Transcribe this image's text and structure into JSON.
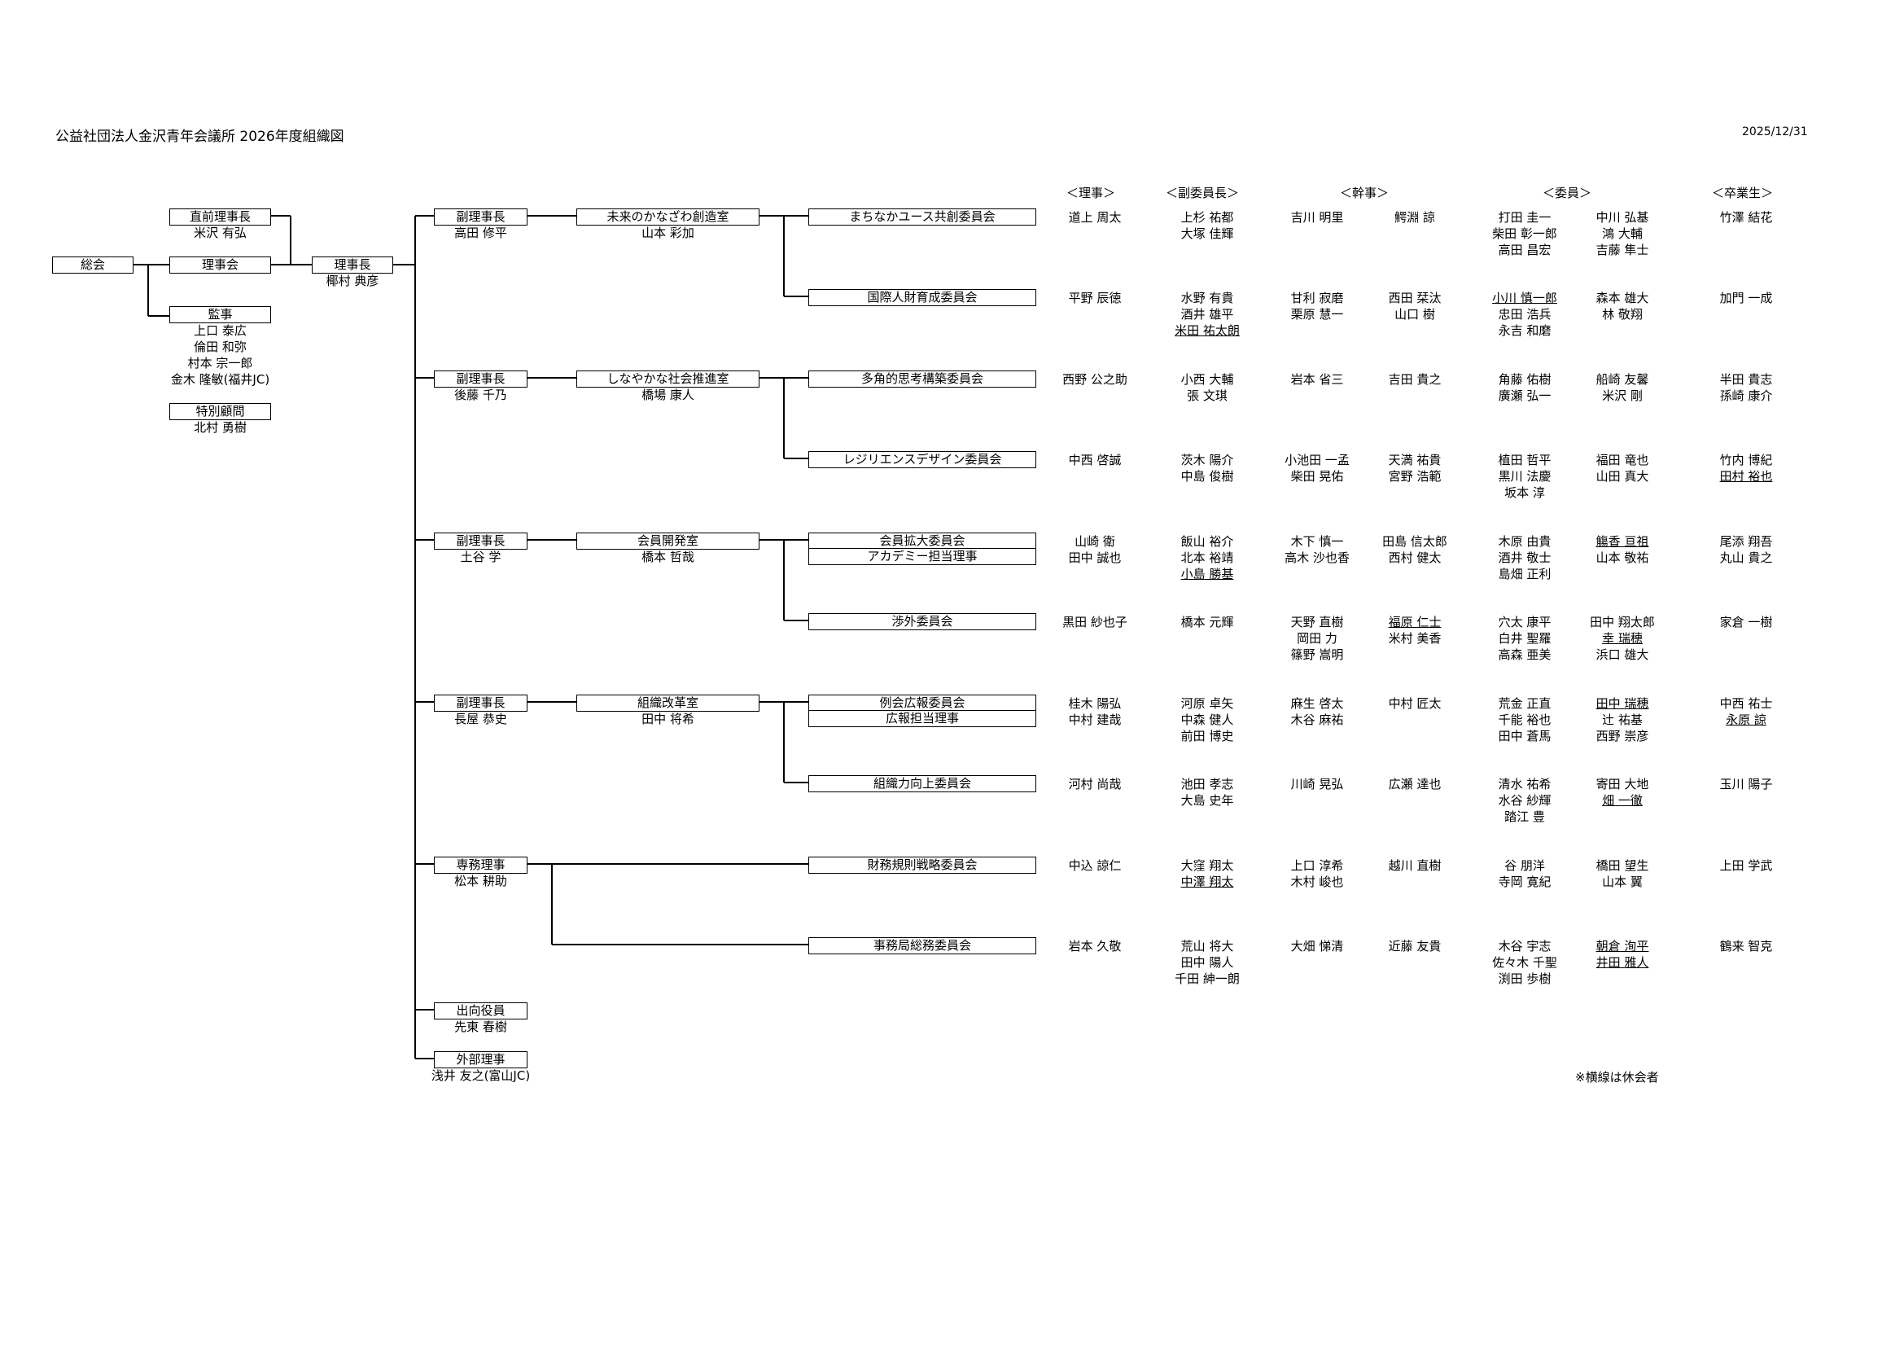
{
  "title": "公益社団法人金沢青年会議所 2026年度組織図",
  "date": "2025/12/31",
  "note": "※横線は休会者",
  "column_headers": {
    "rijiH": "＜理事＞",
    "fukuH": "＜副委員長＞",
    "kanjiH": "＜幹事＞",
    "iinH": "＜委員＞",
    "sotsuH": "＜卒業生＞"
  },
  "top": {
    "sokai": "総会",
    "rijikai": "理事会",
    "rijicho": "理事長",
    "rijicho_name": "椰村 典彦",
    "chokuzen": "直前理事長",
    "chokuzen_name": "米沢 有弘",
    "kanji_label": "監事",
    "kanji_names": [
      "上口 泰広",
      "倫田 和弥",
      "村本 宗一郎",
      "金木 隆敏(福井JC)"
    ],
    "tokubetsu": "特別顧問",
    "tokubetsu_name": "北村 勇樹",
    "shukko": "出向役員",
    "shukko_name": "先東 春樹",
    "gaibu": "外部理事",
    "gaibu_name": "浅井 友之(富山JC)"
  },
  "vps": [
    {
      "title": "副理事長",
      "name": "高田 修平",
      "room": "未来のかなざわ創造室",
      "room_head": "山本 彩加"
    },
    {
      "title": "副理事長",
      "name": "後藤 千乃",
      "room": "しなやかな社会推進室",
      "room_head": "橋場 康人"
    },
    {
      "title": "副理事長",
      "name": "土谷 学",
      "room": "会員開発室",
      "room_head": "橋本 哲哉"
    },
    {
      "title": "副理事長",
      "name": "長屋 恭史",
      "room": "組織改革室",
      "room_head": "田中 将希"
    },
    {
      "title": "専務理事",
      "name": "松本 耕助",
      "room": "",
      "room_head": ""
    }
  ],
  "committees": [
    {
      "name": "まちなかユース共創委員会",
      "riji": [
        "道上 周太"
      ],
      "fuku": [
        "上杉 祐都",
        "大塚 佳輝"
      ],
      "kanji1": [
        "吉川 明里"
      ],
      "kanji2": [
        "鰐淵 諒"
      ],
      "iin1": [
        "打田 圭一",
        "柴田 彰一郎",
        "高田 昌宏"
      ],
      "iin2": [
        "中川 弘基",
        "鴻 大輔",
        "吉藤 隼士"
      ],
      "sotsu": [
        "竹澤 結花"
      ]
    },
    {
      "name": "国際人財育成委員会",
      "riji": [
        "平野 辰徳"
      ],
      "fuku": [
        "水野 有貴",
        "酒井 雄平",
        "米田 祐太朗"
      ],
      "kanji1": [
        "甘利 寂磨",
        "栗原 慧一"
      ],
      "kanji2": [
        "西田 栞汰",
        "山口 樹"
      ],
      "iin1": [
        "小川 慎一郎",
        "忠田 浩兵",
        "永吉 和磨"
      ],
      "iin2": [
        "森本 雄大",
        "林 敬翔"
      ],
      "sotsu": [
        "加門 一成"
      ]
    },
    {
      "name": "多角的思考構築委員会",
      "riji": [
        "西野 公之助"
      ],
      "fuku": [
        "小西 大輔",
        "張 文琪"
      ],
      "kanji1": [
        "岩本 省三"
      ],
      "kanji2": [
        "吉田 貴之"
      ],
      "iin1": [
        "角藤 佑樹",
        "廣瀬 弘一"
      ],
      "iin2": [
        "船崎 友馨",
        "米沢 剛"
      ],
      "sotsu": [
        "半田 貴志",
        "孫崎 康介"
      ]
    },
    {
      "name": "レジリエンスデザイン委員会",
      "riji": [
        "中西 啓誠"
      ],
      "fuku": [
        "茨木 陽介",
        "中島 俊樹"
      ],
      "kanji1": [
        "小池田 一孟",
        "柴田 晃佑"
      ],
      "kanji2": [
        "天満 祐貴",
        "宮野 浩範"
      ],
      "iin1": [
        "植田 哲平",
        "黒川 法慶",
        "坂本 淳"
      ],
      "iin2": [
        "福田 竜也",
        "山田 真大"
      ],
      "sotsu": [
        "竹内 博紀",
        "田村 裕也"
      ]
    },
    {
      "name": "会員拡大委員会",
      "riji": [
        "山崎 衛",
        "田中 誠也"
      ],
      "fuku": [
        "飯山 裕介",
        "北本 裕靖",
        "小島 勝基"
      ],
      "kanji1": [
        "木下 慎一",
        "高木 沙也香"
      ],
      "kanji2": [
        "田島 信太郎",
        "西村 健太"
      ],
      "iin1": [
        "木原 由貴",
        "酒井 敬士",
        "島畑 正利"
      ],
      "iin2": [
        "觴香 亘祖",
        "山本 敬祐"
      ],
      "sotsu": [
        "尾添 翔吾",
        "丸山 貴之"
      ]
    },
    {
      "name": "アカデミー担当理事",
      "riji": [],
      "fuku": [],
      "kanji1": [],
      "kanji2": [],
      "iin1": [],
      "iin2": [],
      "sotsu": []
    },
    {
      "name": "渉外委員会",
      "riji": [
        "黒田 紗也子"
      ],
      "fuku": [
        "橋本 元輝"
      ],
      "kanji1": [
        "天野 直樹",
        "岡田 力",
        "篠野 嵩明"
      ],
      "kanji2": [
        "福原 仁士",
        "米村 美香"
      ],
      "iin1": [
        "穴太 康平",
        "白井 聖羅",
        "高森 亜美"
      ],
      "iin2": [
        "田中 翔太郎",
        "幸 瑞穂",
        "浜口 雄大"
      ],
      "sotsu": [
        "家倉 一樹"
      ]
    },
    {
      "name": "例会広報委員会",
      "riji": [
        "桂木 陽弘",
        "中村 建哉"
      ],
      "fuku": [
        "河原 卓矢",
        "中森 健人",
        "前田 博史"
      ],
      "kanji1": [
        "麻生 啓太",
        "木谷 麻祐"
      ],
      "kanji2": [
        "中村 匠太"
      ],
      "iin1": [
        "荒金 正直",
        "千能 裕也",
        "田中 蒼馬"
      ],
      "iin2": [
        "田中 瑞穂",
        "辻 祐基",
        "西野 崇彦"
      ],
      "sotsu": [
        "中西 祐士",
        "永原 諒"
      ]
    },
    {
      "name": "広報担当理事",
      "riji": [],
      "fuku": [],
      "kanji1": [],
      "kanji2": [],
      "iin1": [],
      "iin2": [],
      "sotsu": []
    },
    {
      "name": "組織力向上委員会",
      "riji": [
        "河村 尚哉"
      ],
      "fuku": [
        "池田 孝志",
        "大島 史年"
      ],
      "kanji1": [
        "川崎 晃弘"
      ],
      "kanji2": [
        "広瀬 達也"
      ],
      "iin1": [
        "清水 祐希",
        "水谷 紗輝",
        "踏江 豊"
      ],
      "iin2": [
        "寄田 大地",
        "畑 一徹"
      ],
      "sotsu": [
        "玉川 陽子"
      ]
    },
    {
      "name": "財務規則戦略委員会",
      "riji": [
        "中込 諒仁"
      ],
      "fuku": [
        "大窪 翔太",
        "中澤 翔太"
      ],
      "kanji1": [
        "上口 淳希",
        "木村 峻也"
      ],
      "kanji2": [
        "越川 直樹"
      ],
      "iin1": [
        "谷 朋洋",
        "寺岡 寛紀"
      ],
      "iin2": [
        "橋田 望生",
        "山本 翼"
      ],
      "sotsu": [
        "上田 学武"
      ]
    },
    {
      "name": "事務局総務委員会",
      "riji": [
        "岩本 久敬"
      ],
      "fuku": [
        "荒山 将大",
        "田中 陽人",
        "千田 紳一朗"
      ],
      "kanji1": [
        "大畑 悌清"
      ],
      "kanji2": [
        "近藤 友貴"
      ],
      "iin1": [
        "木谷 宇志",
        "佐々木 千聖",
        "渕田 歩樹"
      ],
      "iin2": [
        "朝倉 洵平",
        "井田 雅人"
      ],
      "sotsu": [
        "鶴来 智克"
      ]
    }
  ]
}
